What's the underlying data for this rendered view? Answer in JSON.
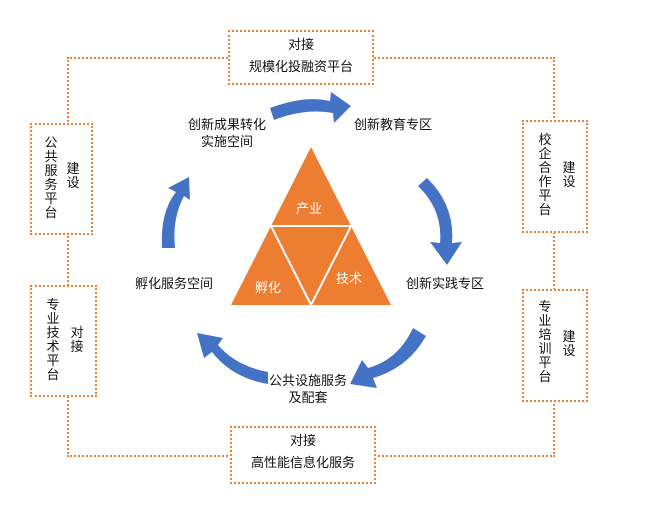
{
  "cycle_nodes": {
    "achievement": "创新成果转化实施空间",
    "education": "创新教育专区",
    "practice": "创新实践专区",
    "public_facilities": "公共设施服务及配套",
    "incubation": "孵化服务空间"
  },
  "triangle": {
    "top": "产业",
    "left": "孵化",
    "right": "技术"
  },
  "top_box": {
    "action": "对接",
    "label": "规模化投融资平台"
  },
  "bottom_box": {
    "action": "对接",
    "label": "高性能信息化服务"
  },
  "left_top_box": {
    "label": "公共服务平台",
    "action": "建设"
  },
  "left_bottom_box": {
    "label": "专业技术平台",
    "action": "对接"
  },
  "right_top_box": {
    "label": "校企合作平台",
    "action": "建设"
  },
  "right_bottom_box": {
    "label": "专业培训平台",
    "action": "建设"
  },
  "colors": {
    "arrow": "#4472c4",
    "triangle": "#ed7d31",
    "dotted_border": "#e8833a"
  }
}
